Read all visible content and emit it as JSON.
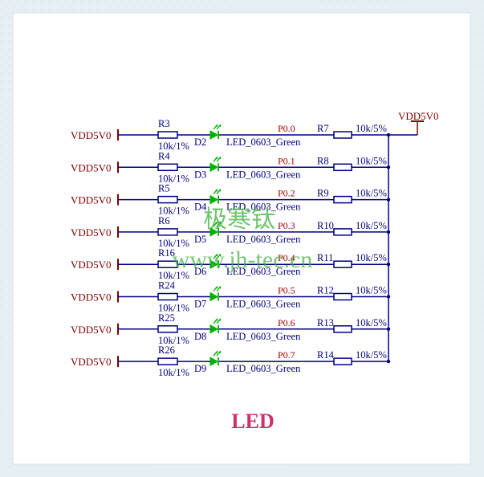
{
  "title": "LED",
  "watermark": {
    "line1": "极寒钛",
    "line2": "www.jh-tec.cn"
  },
  "vdd_right": "VDD5V0",
  "colors": {
    "wire": "#000080",
    "port": "#7f0000",
    "net": "#a00000",
    "comp": "#000080",
    "led": "#00b000",
    "title": "#d0306a",
    "watermark": "#3fb03f"
  },
  "rows": [
    {
      "port": "VDD5V0",
      "r_in": "R3",
      "r_in_val": "10k/1%",
      "led": "D2",
      "led_val": "LED_0603_Green",
      "net": "P0.0",
      "r_out": "R7",
      "r_out_val": "10k/5%"
    },
    {
      "port": "VDD5V0",
      "r_in": "R4",
      "r_in_val": "10k/1%",
      "led": "D3",
      "led_val": "LED_0603_Green",
      "net": "P0.1",
      "r_out": "R8",
      "r_out_val": "10k/5%"
    },
    {
      "port": "VDD5V0",
      "r_in": "R5",
      "r_in_val": "10k/1%",
      "led": "D4",
      "led_val": "LED_0603_Green",
      "net": "P0.2",
      "r_out": "R9",
      "r_out_val": "10k/5%"
    },
    {
      "port": "VDD5V0",
      "r_in": "R6",
      "r_in_val": "10k/1%",
      "led": "D5",
      "led_val": "LED_0603_Green",
      "net": "P0.3",
      "r_out": "R10",
      "r_out_val": "10k/5%"
    },
    {
      "port": "VDD5V0",
      "r_in": "R16",
      "r_in_val": "10k/1%",
      "led": "D6",
      "led_val": "LED_0603_Green",
      "net": "P0.4",
      "r_out": "R11",
      "r_out_val": "10k/5%"
    },
    {
      "port": "VDD5V0",
      "r_in": "R24",
      "r_in_val": "10k/1%",
      "led": "D7",
      "led_val": "LED_0603_Green",
      "net": "P0.5",
      "r_out": "R12",
      "r_out_val": "10k/5%"
    },
    {
      "port": "VDD5V0",
      "r_in": "R25",
      "r_in_val": "10k/1%",
      "led": "D8",
      "led_val": "LED_0603_Green",
      "net": "P0.6",
      "r_out": "R13",
      "r_out_val": "10k/5%"
    },
    {
      "port": "VDD5V0",
      "r_in": "R26",
      "r_in_val": "10k/1%",
      "led": "D9",
      "led_val": "LED_0603_Green",
      "net": "P0.7",
      "r_out": "R14",
      "r_out_val": "10k/5%"
    }
  ]
}
